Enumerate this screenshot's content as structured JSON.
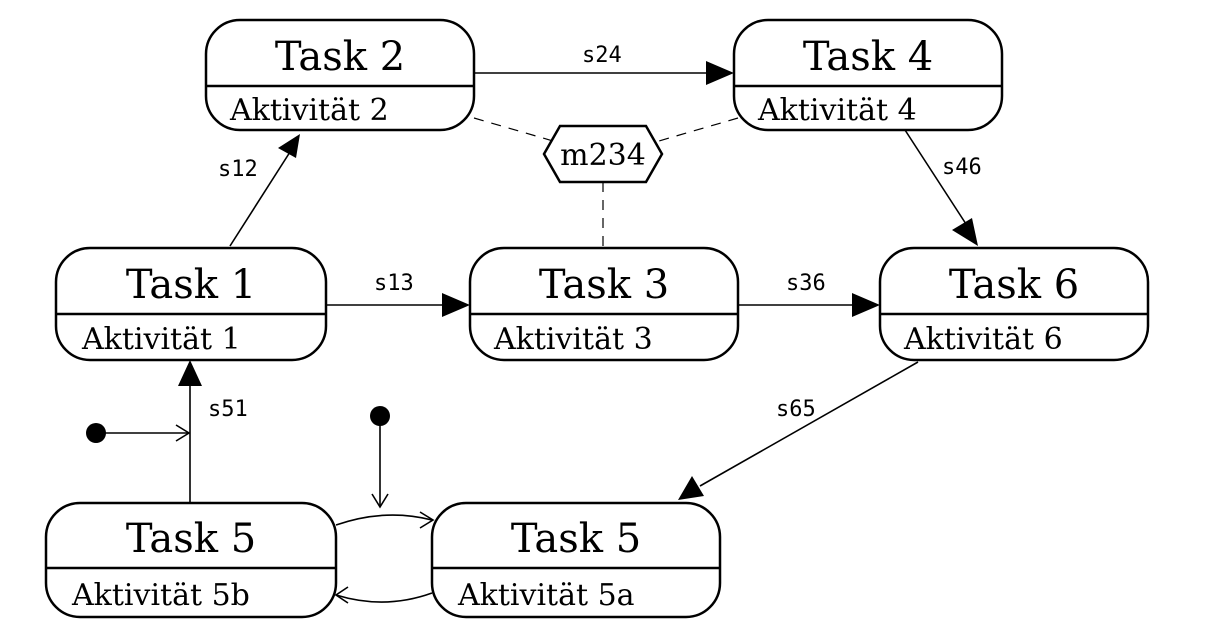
{
  "tasks": {
    "task1": {
      "title": "Task 1",
      "activity": "Aktivität 1"
    },
    "task2": {
      "title": "Task 2",
      "activity": "Aktivität 2"
    },
    "task3": {
      "title": "Task 3",
      "activity": "Aktivität 3"
    },
    "task4": {
      "title": "Task 4",
      "activity": "Aktivität 4"
    },
    "task6": {
      "title": "Task 6",
      "activity": "Aktivität 6"
    },
    "task5b": {
      "title": "Task 5",
      "activity": "Aktivität 5b"
    },
    "task5a": {
      "title": "Task 5",
      "activity": "Aktivität 5a"
    }
  },
  "milestone": {
    "label": "m234"
  },
  "edges": {
    "s12": "s12",
    "s24": "s24",
    "s13": "s13",
    "s36": "s36",
    "s46": "s46",
    "s65": "s65",
    "s51": "s51"
  }
}
